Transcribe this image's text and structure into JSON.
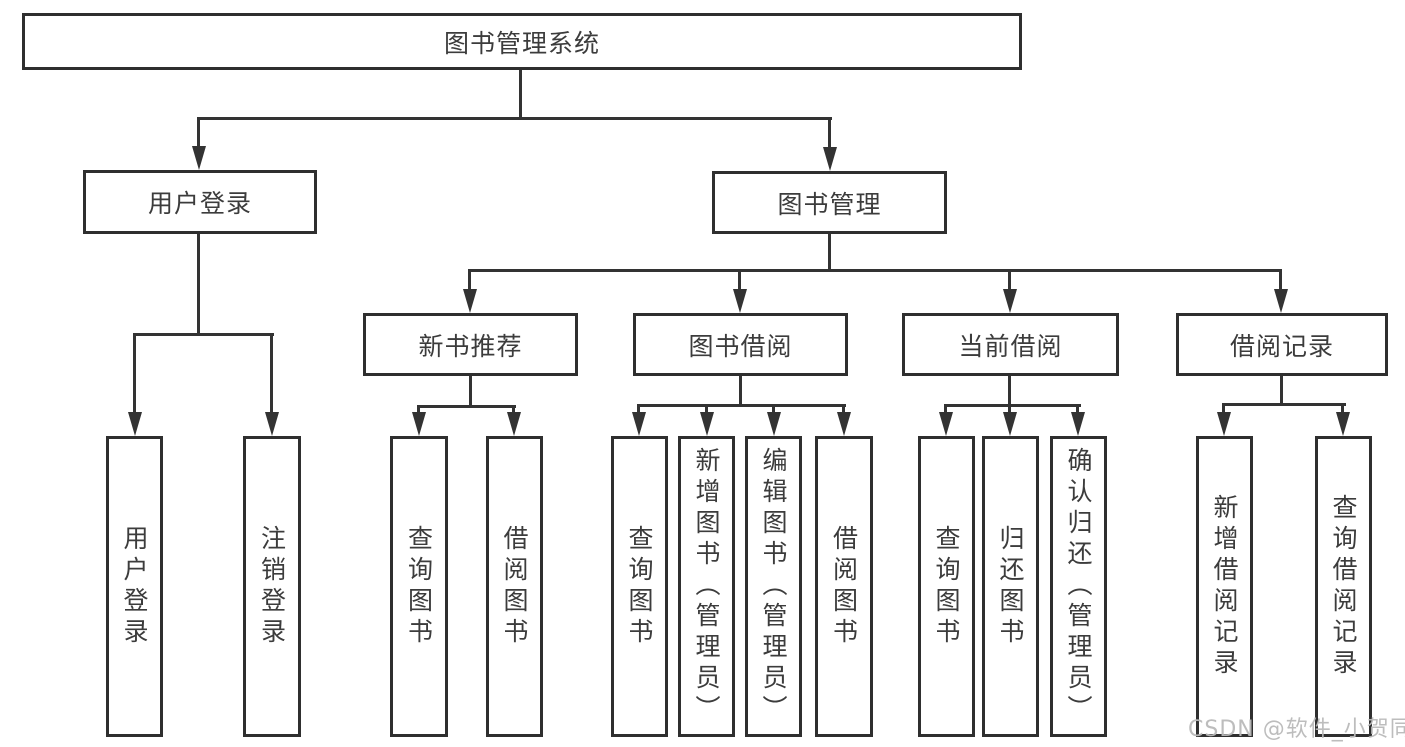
{
  "diagram": {
    "type": "hierarchy-tree",
    "colors": {
      "line": "#333333",
      "box_border": "#2f2f2f",
      "text": "#3c3c3c",
      "background": "#ffffff",
      "watermark": "#b9b9b9"
    }
  },
  "tree": {
    "label": "图书管理系统",
    "children": [
      {
        "label": "用户登录",
        "children": [
          {
            "label": "用户登录"
          },
          {
            "label": "注销登录"
          }
        ]
      },
      {
        "label": "图书管理",
        "children": [
          {
            "label": "新书推荐",
            "children": [
              {
                "label": "查询图书"
              },
              {
                "label": "借阅图书"
              }
            ]
          },
          {
            "label": "图书借阅",
            "children": [
              {
                "label": "查询图书"
              },
              {
                "label": "新增图书（管理员）"
              },
              {
                "label": "编辑图书（管理员）"
              },
              {
                "label": "借阅图书"
              }
            ]
          },
          {
            "label": "当前借阅",
            "children": [
              {
                "label": "查询图书"
              },
              {
                "label": "归还图书"
              },
              {
                "label": "确认归还（管理员）"
              }
            ]
          },
          {
            "label": "借阅记录",
            "children": [
              {
                "label": "新增借阅记录"
              },
              {
                "label": "查询借阅记录"
              }
            ]
          }
        ]
      }
    ]
  },
  "watermark": {
    "text": "CSDN @软件_小贺同学"
  }
}
